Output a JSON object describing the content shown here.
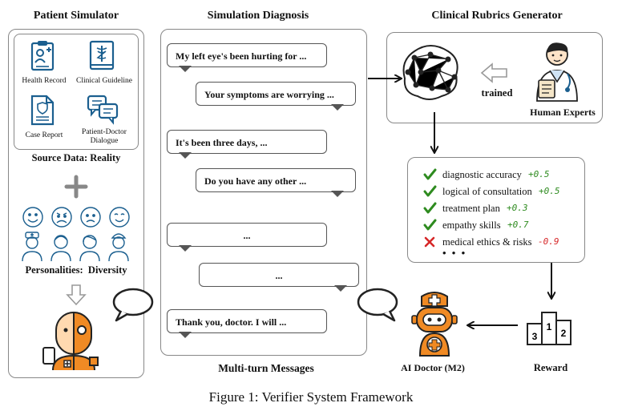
{
  "titles": {
    "patient_simulator": "Patient Simulator",
    "simulation_diagnosis": "Simulation Diagnosis",
    "clinical_rubrics_generator": "Clinical Rubrics Generator",
    "multi_turn_messages": "Multi-turn Messages",
    "caption": "Figure 1: Verifier System Framework"
  },
  "source_data": {
    "items": [
      "Health Record",
      "Clinical Guideline",
      "Case Report",
      "Patient-Doctor\nDialogue"
    ],
    "label": "Source Data: Reality"
  },
  "personalities_label": "Personalities:  Diversity",
  "dialogue": [
    "My left eye's been hurting for ...",
    "Your symptoms are worrying ...",
    "It's been three days, ...",
    "Do you have any other ...",
    "...",
    "...",
    "Thank you, doctor. I will ..."
  ],
  "rubrics_generator": {
    "trained_label": "trained",
    "human_experts_label": "Human Experts"
  },
  "rubrics": [
    {
      "label": "diagnostic accuracy",
      "score": "+0.5",
      "status": "pass"
    },
    {
      "label": "logical of consultation",
      "score": "+0.5",
      "status": "pass"
    },
    {
      "label": "treatment plan",
      "score": "+0.3",
      "status": "pass"
    },
    {
      "label": "empathy skills",
      "score": "+0.7",
      "status": "pass"
    },
    {
      "label": "medical ethics & risks",
      "score": "-0.9",
      "status": "fail"
    }
  ],
  "rubrics_more": "• • •",
  "reward_label": "Reward",
  "ai_doctor_label": "AI Doctor (M2)",
  "colors": {
    "pass": "#2e8b1f",
    "fail": "#d62728",
    "icon_blue": "#1b5f8f",
    "robot_orange": "#f08a24",
    "panel_border": "#888888"
  }
}
